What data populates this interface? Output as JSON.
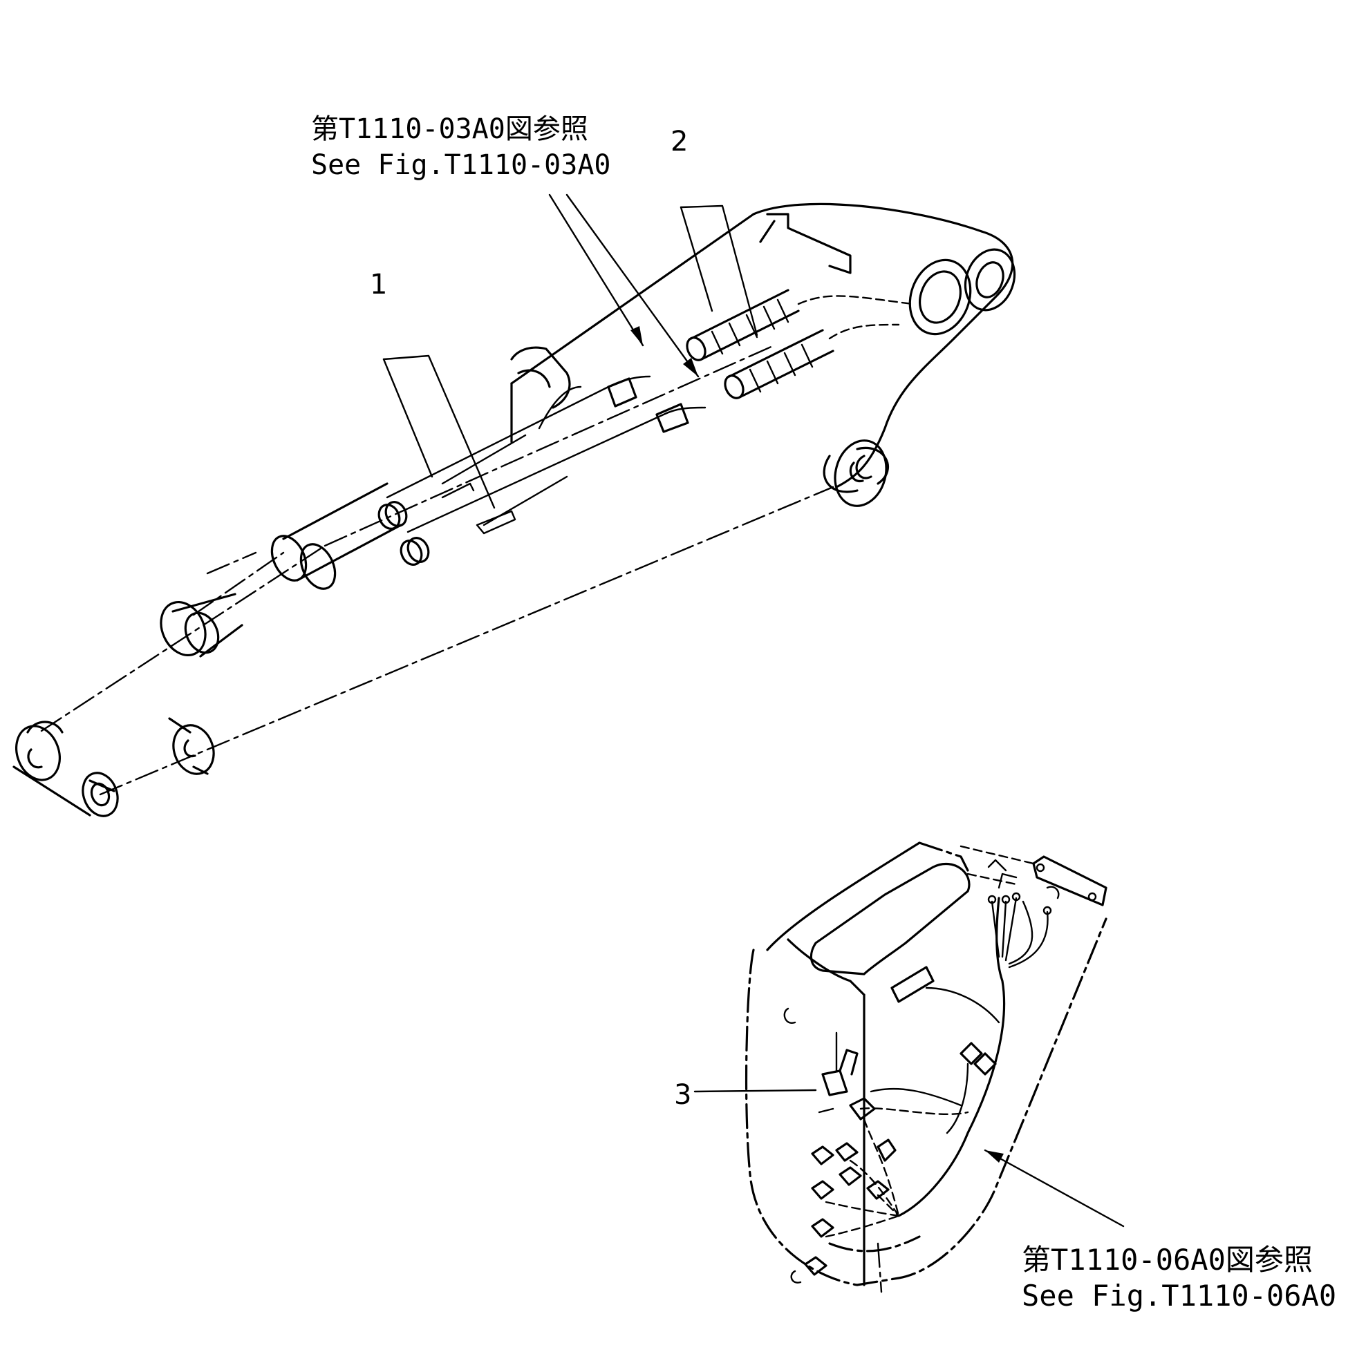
{
  "references": {
    "top": {
      "jp": "第T1110-03A0図参照",
      "en": "See Fig.T1110-03A0"
    },
    "bottom": {
      "jp": "第T1110-06A0図参照",
      "en": "See Fig.T1110-06A0"
    }
  },
  "callouts": {
    "item_1": "1",
    "item_2": "2",
    "item_3": "3"
  },
  "icons": {
    "boom_assembly": "boom-arm-drawing-icon",
    "cab_assembly": "operator-cab-drawing-icon"
  }
}
